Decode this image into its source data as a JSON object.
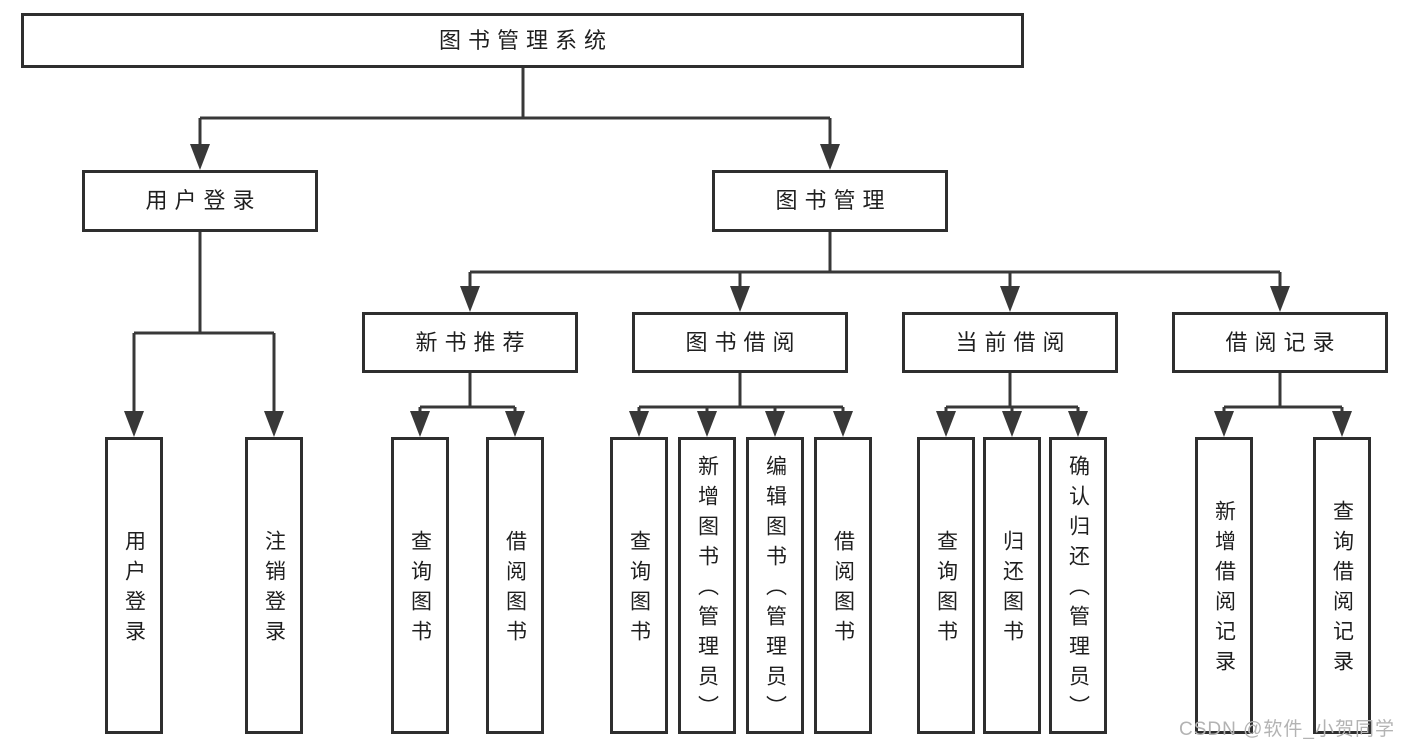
{
  "colors": {
    "line": "#383838",
    "box_border": "#2e2e2e",
    "text": "#1f1f1f",
    "watermark": "#b3b3b3",
    "background": "#ffffff"
  },
  "watermark": {
    "text": "CSDN @软件_小贺同学"
  },
  "tree": {
    "label": "图书管理系统",
    "children": [
      {
        "label": "用户登录",
        "children": [
          {
            "label": "用户登录"
          },
          {
            "label": "注销登录"
          }
        ]
      },
      {
        "label": "图书管理",
        "children": [
          {
            "label": "新书推荐",
            "children": [
              {
                "label": "查询图书"
              },
              {
                "label": "借阅图书"
              }
            ]
          },
          {
            "label": "图书借阅",
            "children": [
              {
                "label": "查询图书"
              },
              {
                "label": "新增图书（管理员）"
              },
              {
                "label": "编辑图书（管理员）"
              },
              {
                "label": "借阅图书"
              }
            ]
          },
          {
            "label": "当前借阅",
            "children": [
              {
                "label": "查询图书"
              },
              {
                "label": "归还图书"
              },
              {
                "label": "确认归还（管理员）"
              }
            ]
          },
          {
            "label": "借阅记录",
            "children": [
              {
                "label": "新增借阅记录"
              },
              {
                "label": "查询借阅记录"
              }
            ]
          }
        ]
      }
    ]
  }
}
